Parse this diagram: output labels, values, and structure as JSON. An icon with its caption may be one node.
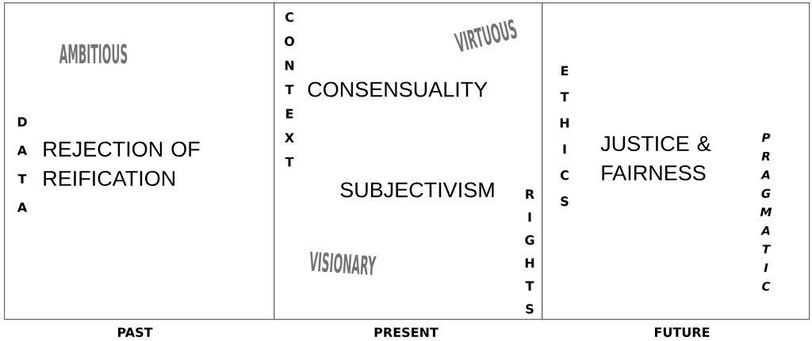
{
  "diagram": {
    "nodes": [
      {
        "text": [
          "AMBITIOUS",
          "DATA",
          "REJECTION OF REIFICATION"
        ],
        "beside": [
          "PAST"
        ]
      },
      {
        "text": [
          "CONTEXT",
          "VIRTUOUS",
          "CONSENSUALITY",
          "SUBJECTIVISM",
          "RIGHTS",
          "VISIONARY"
        ],
        "beside": [
          "PRESENT"
        ]
      },
      {
        "text": [
          "ETHICS",
          "JUSTICE & FAIRNESS",
          "PRAGMATIC"
        ],
        "beside": [
          "FUTURE"
        ]
      }
    ]
  }
}
